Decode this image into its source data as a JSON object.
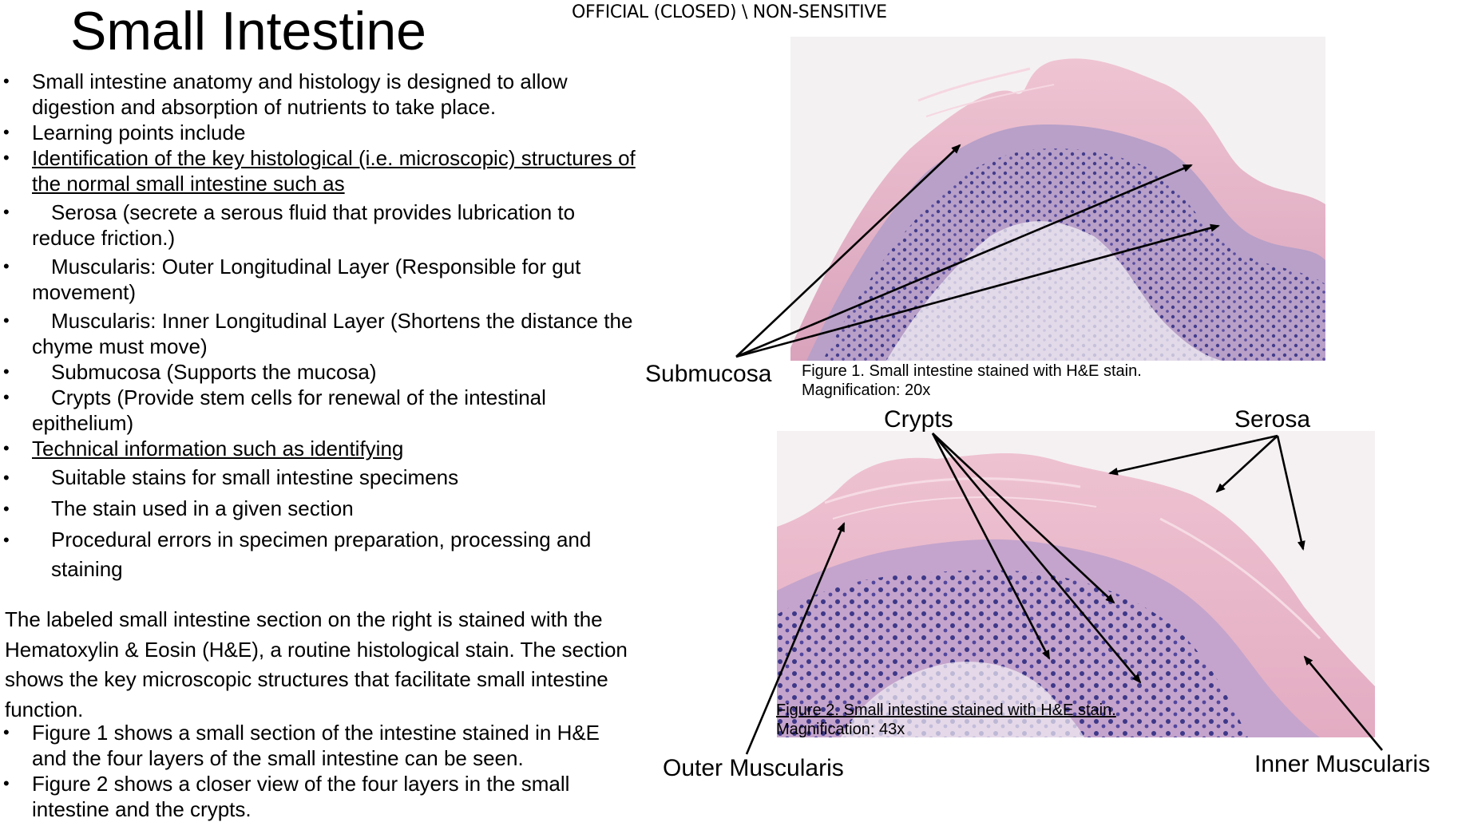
{
  "slide": {
    "title": "Small Intestine",
    "classification": "OFFICIAL (CLOSED) \\ NON-SENSITIVE"
  },
  "bullets": {
    "b1": "Small intestine anatomy and histology is designed to allow digestion and absorption of nutrients to take place.",
    "b2": "Learning points include",
    "b3": "Identification of the key histological (i.e. microscopic) structures of the normal small intestine such as",
    "b4": "Serosa (secrete a serous fluid that provides lubrication to reduce friction.)",
    "b5": "Muscularis: Outer Longitudinal Layer (Responsible for gut movement)",
    "b6": "Muscularis: Inner Longitudinal Layer (Shortens the distance the chyme must move)",
    "b7": "Submucosa (Supports the mucosa)",
    "b8": "Crypts (Provide stem cells for renewal of the intestinal epithelium)",
    "b9": "Technical information such as identifying",
    "b10": "Suitable stains for small intestine specimens",
    "b11": "The stain used in a given section",
    "b12": "Procedural errors in specimen preparation, processing and staining"
  },
  "paragraph": "The labeled small intestine section on the right is stained with the Hematoxylin & Eosin (H&E), a routine histological stain.  The section shows the key microscopic structures that facilitate small intestine function.",
  "figure_bullets": {
    "f1": "Figure 1 shows a small section of the intestine stained in H&E and the four layers of the small intestine can be seen.",
    "f2": "Figure 2 shows a closer view of the four layers in the small intestine and the crypts."
  },
  "figure1": {
    "caption_line1": "Figure 1. Small intestine stained with H&E stain.",
    "caption_line2": "Magnification: 20x",
    "label_submucosa": "Submucosa"
  },
  "figure2": {
    "caption_line1": "Figure 2. Small intestine stained with H&E stain.",
    "caption_line2": "Magnification: 43x",
    "label_crypts": "Crypts",
    "label_serosa": "Serosa",
    "label_outer": "Outer Muscularis",
    "label_inner": "Inner Muscularis"
  },
  "colors": {
    "stain_pink": "#e8b7c9",
    "stain_purple": "#3d3a8c",
    "background": "#ffffff"
  }
}
